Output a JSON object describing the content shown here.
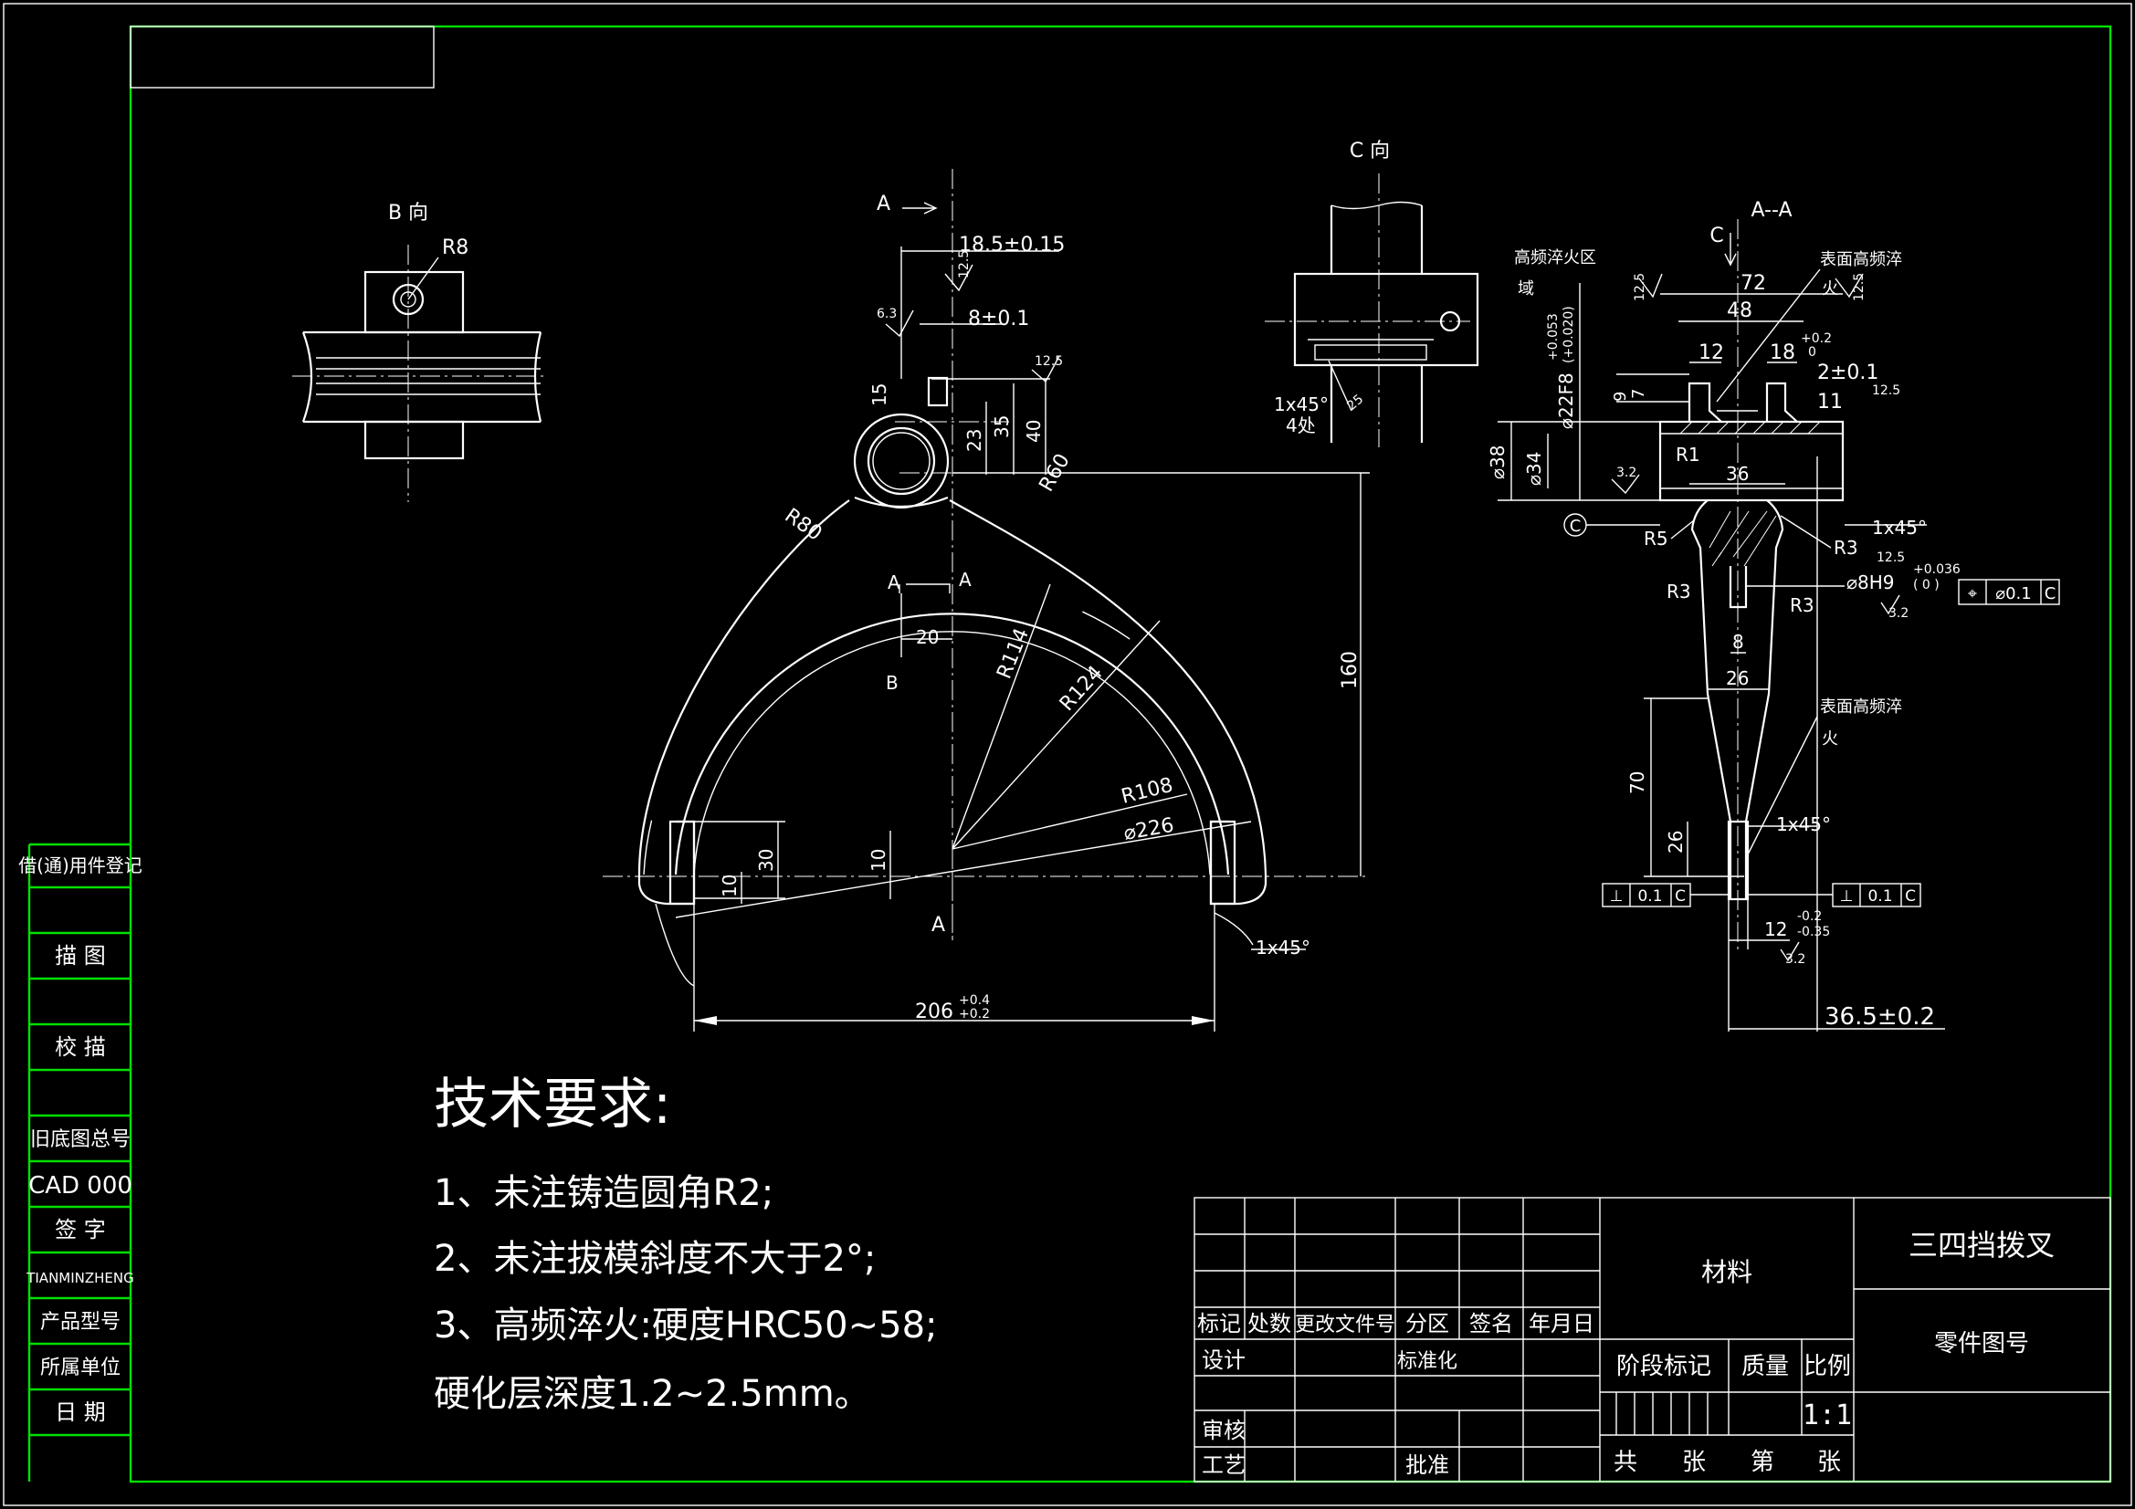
{
  "view_labels": {
    "b_view": "B 向",
    "c_view": "C 向",
    "a_a_view": "A--A",
    "c_arrow": "C",
    "a_top": "A",
    "a_bottom": "A",
    "a_mid_left": "A",
    "a_mid_right": "A",
    "b_mid": "B"
  },
  "dimensions": {
    "r8": "R8",
    "d18_5": "18.5±0.15",
    "d8": "8±0.1",
    "d15": "15",
    "d23": "23",
    "d35": "35",
    "d40": "40",
    "r80": "R80",
    "r60": "R60",
    "d20": "20",
    "r114": "R114",
    "r124": "R124",
    "d160": "160",
    "r108": "R108",
    "phi226": "⌀226",
    "d30": "30",
    "d10a": "10",
    "d10b": "10",
    "d206": "206",
    "d206_tol_up": "+0.4",
    "d206_tol_dn": "+0.2",
    "chamfer_a": "1x45°",
    "chamfer_c": "1x45°",
    "four_places": "4处",
    "d72": "72",
    "d48": "48",
    "d12a": "12",
    "d18": "18",
    "d18_tol_up": "+0.2",
    "d18_tol_dn": "0",
    "d2": "2±0.1",
    "d11": "11",
    "d9": "9",
    "d7": "7",
    "phi22": "⌀22F8",
    "phi22_tol_up": "+0.053",
    "phi22_tol_dn": "(+0.020)",
    "phi38": "⌀38",
    "phi34": "⌀34",
    "r1": "R1",
    "d36": "36",
    "r5": "R5",
    "r3a": "R3",
    "r3b": "R3",
    "r3c": "R3",
    "chamfer_b": "1x45°",
    "phi8": "⌀8H9",
    "phi8_tol_up": "+0.036",
    "phi8_tol_dn": "( 0 )",
    "d8b": "8",
    "d26a": "26",
    "d70": "70",
    "d26b": "26",
    "chamfer_d": "1x45°",
    "d12b": "12",
    "d12b_tol_up": "-0.2",
    "d12b_tol_dn": "-0.35",
    "d36_5": "36.5±0.2",
    "c_circle": "C"
  },
  "roughness": {
    "r125_1": "12.5",
    "r63": "6.3",
    "r125_2": "12.5",
    "r25": "25",
    "r125_3": "12.5",
    "r125_4": "12.5",
    "r125_5": "12.5",
    "r32_1": "3.2",
    "r125_6": "12.5",
    "r32_2": "3.2",
    "r32_3": "3.2"
  },
  "tolerance_frames": {
    "position": [
      "⌖",
      "⌀0.1",
      "C"
    ],
    "perp_left": [
      "⊥",
      "0.1",
      "C"
    ],
    "perp_right": [
      "⊥",
      "0.1",
      "C"
    ]
  },
  "notes": {
    "hf_zone": "高频淬火区",
    "hf_zone2": "域",
    "surface_hf_1": "表面高频淬",
    "surface_hf_1b": "火",
    "surface_hf_2": "表面高频淬",
    "surface_hf_2b": "火"
  },
  "tech_req": {
    "title": "技术要求:",
    "lines": [
      "1、未注铸造圆角R2;",
      "2、未注拔模斜度不大于2°;",
      "3、高频淬火:硬度HRC50~58;",
      "硬化层深度1.2~2.5mm。"
    ]
  },
  "left_strip": {
    "items": [
      "借(通)用件登记",
      "描 图",
      "校 描",
      "旧底图总号",
      "CAD 000",
      "签 字",
      "TIANMINZHENG",
      "产品型号",
      "所属单位",
      "日 期"
    ]
  },
  "title_block": {
    "headers": [
      "标记",
      "处数",
      "更改文件号",
      "分区",
      "签名",
      "年月日"
    ],
    "design": "设计",
    "standard": "标准化",
    "review": "审核",
    "process": "工艺",
    "approve": "批准",
    "material": "材料",
    "part_name": "三四挡拨叉",
    "drawing_no": "零件图号",
    "stage": "阶段标记",
    "mass": "质量",
    "scale_label": "比例",
    "scale": "1:1",
    "total": "共",
    "sheets": "张",
    "sheet_no": "第",
    "sheets2": "张"
  },
  "colors": {
    "background": "#000000",
    "lines": "#ffffff",
    "frame": "#00e000"
  }
}
